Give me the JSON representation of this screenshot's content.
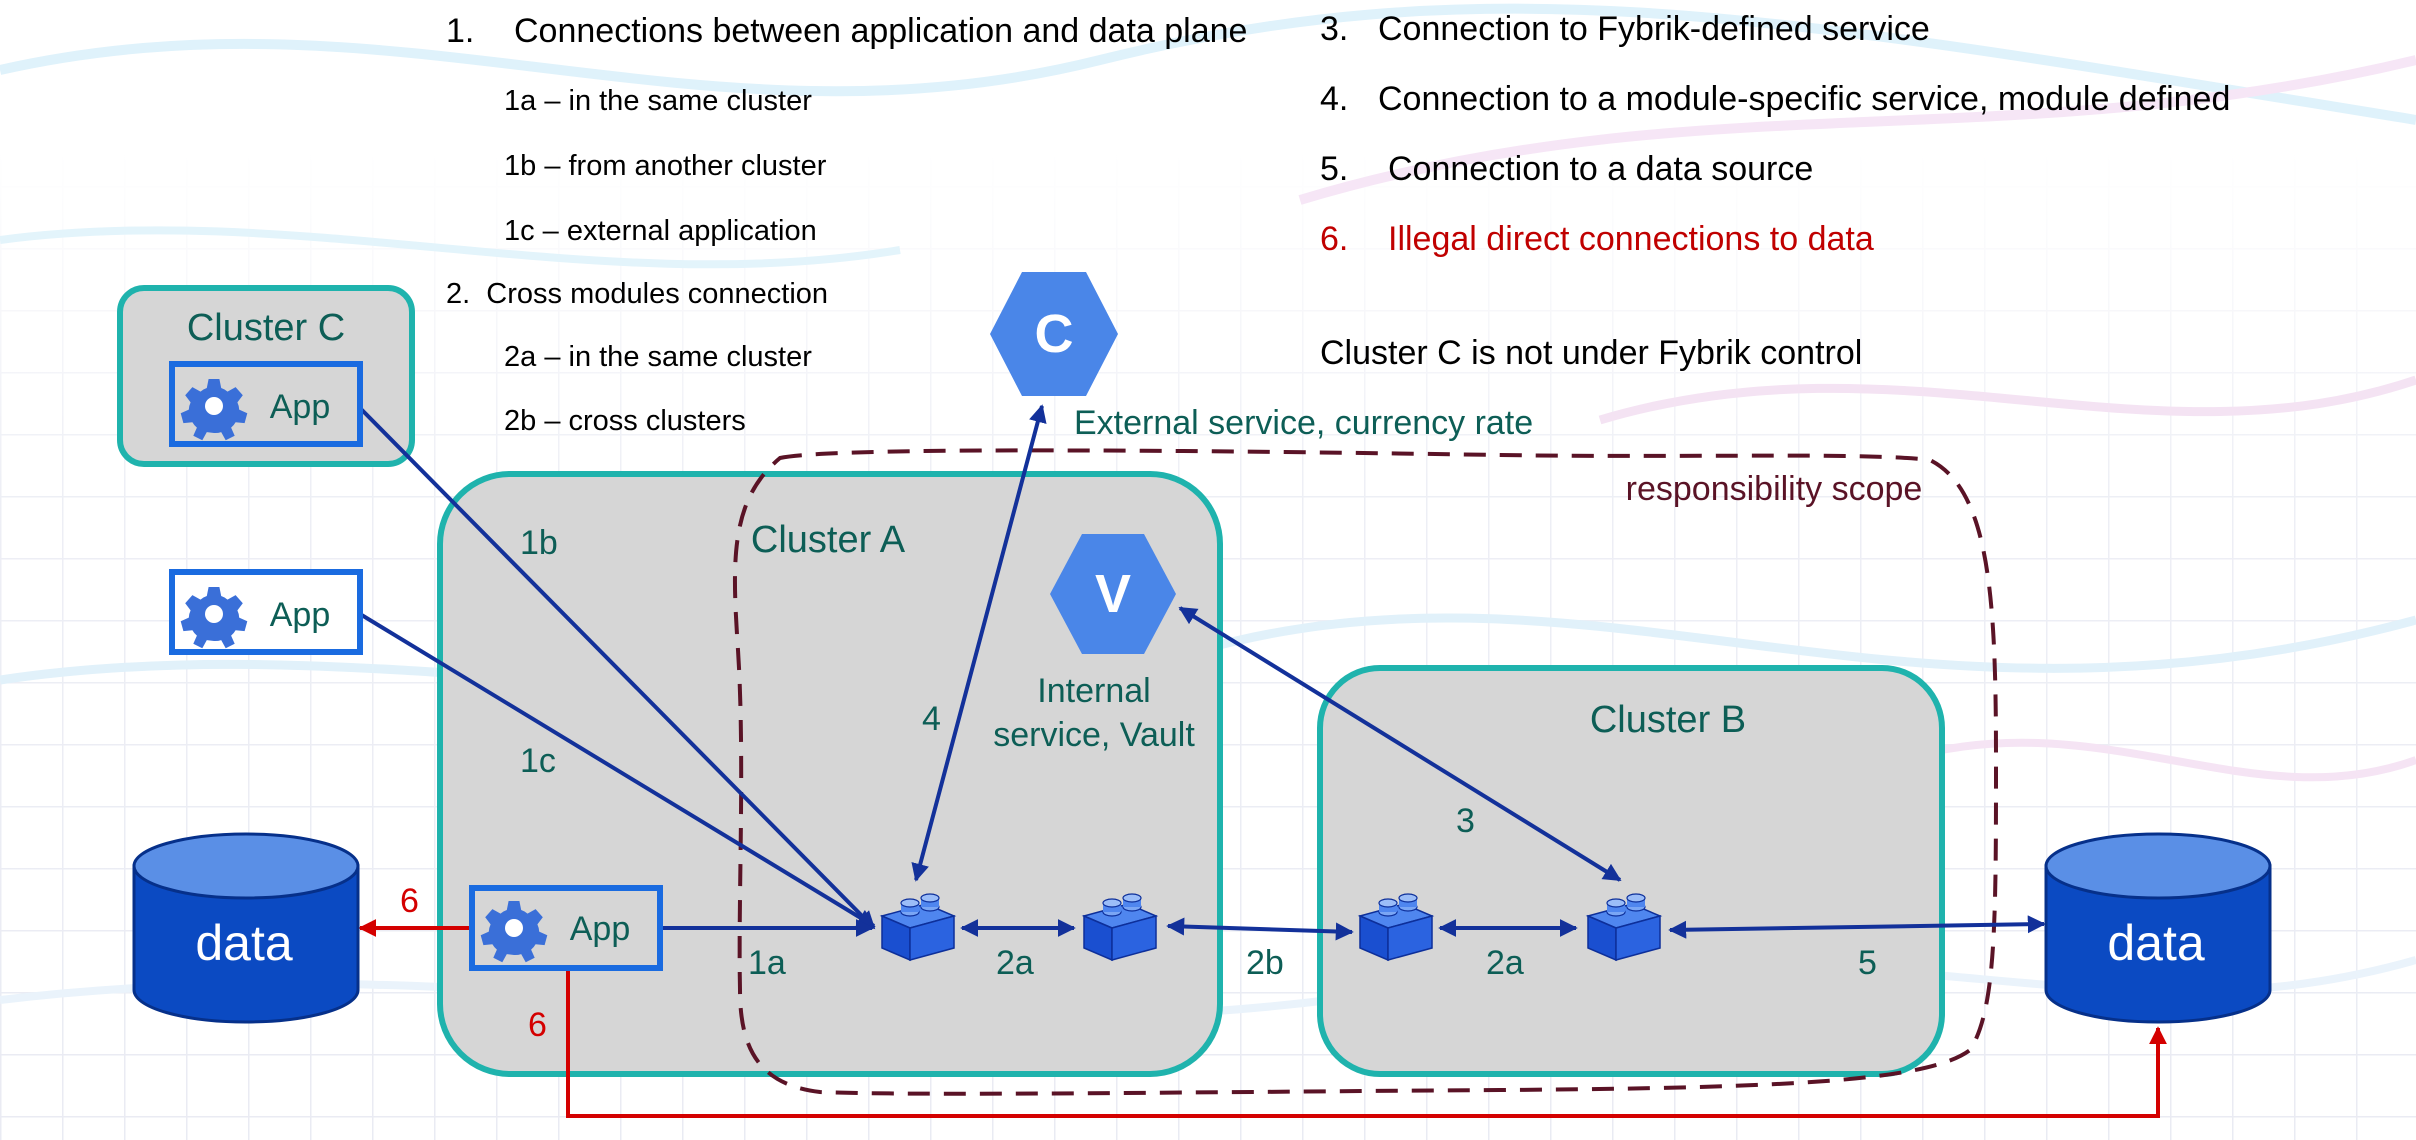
{
  "colors": {
    "cluster_fill": "#d6d6d6",
    "cluster_stroke": "#1fb3ad",
    "app_stroke": "#1a6be0",
    "arrow_blue": "#13319a",
    "arrow_red": "#d40000",
    "scope_stroke": "#5a1326",
    "hex_fill": "#4a86e8",
    "db_fill": "#0b4ac2",
    "db_top": "#5a8fe6",
    "teal_text": "#0d5e56",
    "legend_red": "#c00000",
    "brick": "#1a4fd0"
  },
  "legend": {
    "item1": {
      "num": "1.",
      "text": "Connections between application and data plane"
    },
    "item1a": "1a – in the same cluster",
    "item1b": "1b – from another cluster",
    "item1c": "1c – external application",
    "item2": "2.  Cross modules connection",
    "item2a": "2a – in the same cluster",
    "item2b": "2b – cross clusters",
    "item3": {
      "num": "3.",
      "text": "Connection to Fybrik-defined service"
    },
    "item4": {
      "num": "4.",
      "text": "Connection to a module-specific service, module defined"
    },
    "item5": {
      "num": "5.",
      "text": "Connection to a data source"
    },
    "item6": {
      "num": "6.",
      "text": "Illegal direct connections to data"
    },
    "note": "Cluster C is not under Fybrik control"
  },
  "clusters": {
    "c": "Cluster C",
    "a": "Cluster A",
    "b": "Cluster B"
  },
  "apps": {
    "cluster_c_app": "App",
    "external_app": "App",
    "cluster_a_app": "App"
  },
  "services": {
    "currency": {
      "letter": "C",
      "label": "External service, currency rate"
    },
    "vault": {
      "letter": "V",
      "label_line1": "Internal",
      "label_line2": "service, Vault"
    }
  },
  "scope_label": "responsibility scope",
  "databases": {
    "left": "data",
    "right": "data"
  },
  "connection_labels": {
    "c1a": "1a",
    "c1b": "1b",
    "c1c": "1c",
    "c2a_left": "2a",
    "c2a_right": "2a",
    "c2b": "2b",
    "c3": "3",
    "c4": "4",
    "c5": "5",
    "c6_left": "6",
    "c6_bottom": "6"
  },
  "icons": {
    "gear": "gear-icon",
    "module": "module-brick-icon",
    "database": "database-icon",
    "service": "hexagon-icon"
  }
}
